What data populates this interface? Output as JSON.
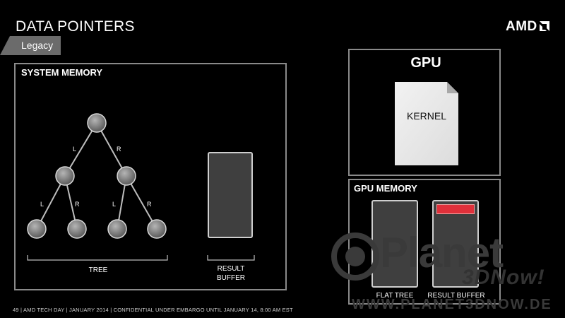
{
  "slide": {
    "title": "DATA POINTERS",
    "tag": "Legacy",
    "logo": "AMD",
    "footer": "49  |  AMD TECH DAY  |  JANUARY 2014  |  CONFIDENTIAL UNDER EMBARGO UNTIL JANUARY 14, 8:00 AM EST"
  },
  "system_memory": {
    "label": "SYSTEM MEMORY",
    "tree_caption": "TREE",
    "result_caption_line1": "RESULT",
    "result_caption_line2": "BUFFER",
    "edge_left": "L",
    "edge_right": "R"
  },
  "gpu": {
    "title": "GPU",
    "kernel": "KERNEL"
  },
  "gpu_memory": {
    "label": "GPU MEMORY",
    "flat_tree": "FLAT TREE",
    "result_buffer": "RESULT BUFFER"
  },
  "watermark": {
    "word": "Planet",
    "sub": "3DNow!",
    "url": "WWW.PLANET3DNOW.DE"
  },
  "colors": {
    "background": "#000000",
    "panel_border": "#8a8a8a",
    "tag": "#6b6b6b",
    "highlight": "#e0303a"
  }
}
